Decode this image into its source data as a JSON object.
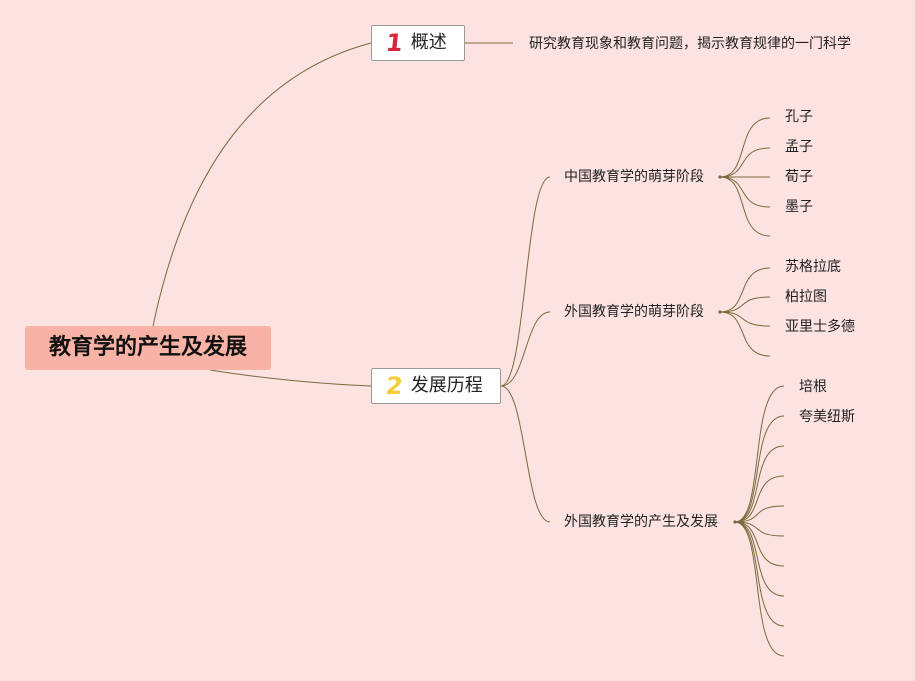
{
  "root": {
    "label": "教育学的产生及发展"
  },
  "branches": [
    {
      "number": "1",
      "label": "概述",
      "note": "研究教育现象和教育问题，揭示教育规律的一门科学"
    },
    {
      "number": "2",
      "label": "发展历程",
      "children": [
        {
          "label": "中国教育学的萌芽阶段",
          "leaves": [
            "孔子",
            "孟子",
            "荀子",
            "墨子"
          ]
        },
        {
          "label": "外国教育学的萌芽阶段",
          "leaves": [
            "苏格拉底",
            "柏拉图",
            "亚里士多德"
          ]
        },
        {
          "label": "外国教育学的产生及发展",
          "leaves": [
            "培根",
            "夸美纽斯"
          ]
        }
      ]
    }
  ],
  "colors": {
    "background": "#fde2e2",
    "root_fill": "#f8b3a6",
    "connector": "#7a6a3a",
    "number_1": "#d7263d",
    "number_2": "#f2cf3a"
  }
}
